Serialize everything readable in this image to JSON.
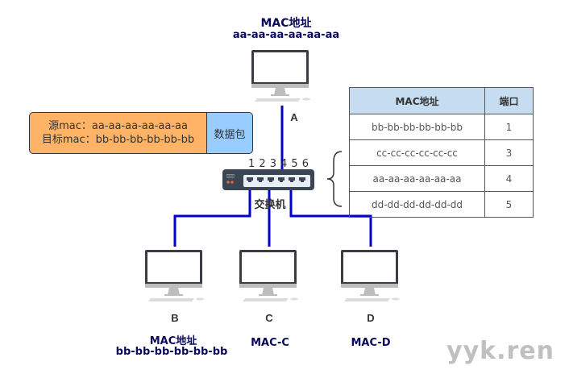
{
  "host_a": {
    "mac_title": "MAC地址",
    "mac_value": "aa-aa-aa-aa-aa-aa",
    "label": "A"
  },
  "packet": {
    "src_line": "源mac：aa-aa-aa-aa-aa-aa",
    "dst_line": "目标mac：bb-bb-bb-bb-bb-bb",
    "payload_label": "数据包"
  },
  "switch": {
    "ports": [
      "1",
      "2",
      "3",
      "4",
      "5",
      "6"
    ],
    "label": "交换机"
  },
  "mac_table": {
    "headers": [
      "MAC地址",
      "端口"
    ],
    "rows": [
      {
        "mac": "bb-bb-bb-bb-bb-bb",
        "port": "1"
      },
      {
        "mac": "cc-cc-cc-cc-cc-cc",
        "port": "3"
      },
      {
        "mac": "aa-aa-aa-aa-aa-aa",
        "port": "4"
      },
      {
        "mac": "dd-dd-dd-dd-dd-dd",
        "port": "5"
      }
    ]
  },
  "host_b": {
    "label": "B",
    "mac_title": "MAC地址",
    "mac_value": "bb-bb-bb-bb-bb-bb"
  },
  "host_c": {
    "label": "C",
    "mac_value": "MAC-C"
  },
  "host_d": {
    "label": "D",
    "mac_value": "MAC-D"
  },
  "colors": {
    "cable": "#0000cc",
    "packet_header": "#ffb366",
    "packet_payload": "#99ccff",
    "table_header": "#c6dcf0",
    "label_navy": "#0a0a5c"
  },
  "watermark": "yyk.ren"
}
